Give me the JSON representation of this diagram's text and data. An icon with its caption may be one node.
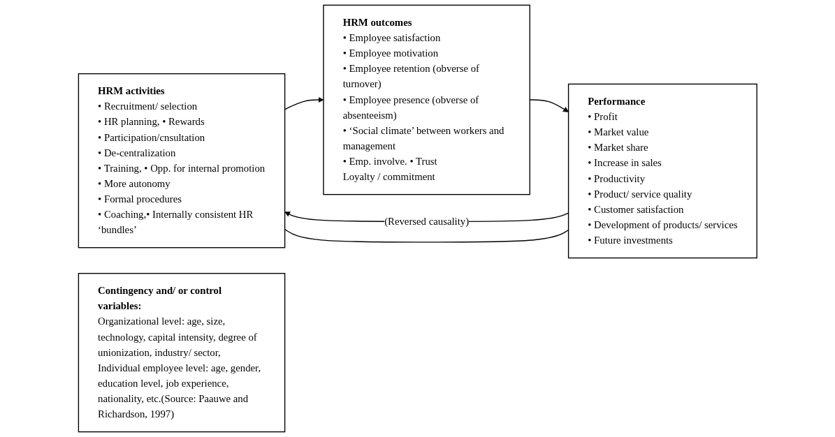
{
  "diagram": {
    "nodes": [
      {
        "text": [
          "HRM activities",
          "• Recruitment/ selection",
          "• HR planning, • Rewards",
          "• Participation/cnsultation",
          "• De-centralization",
          "• Training, • Opp. for internal promotion",
          "• More autonomy",
          "• Formal procedures",
          "• Coaching,• Internally consistent HR ‘bundles’"
        ]
      },
      {
        "text": [
          "HRM outcomes",
          "• Employee satisfaction",
          "• Employee motivation",
          "• Employee retention (obverse of turnover)",
          "• Employee presence (obverse of absenteeism)",
          "• ‘Social climate’ between workers and management",
          "• Emp. involve. • Trust",
          "Loyalty / commitment"
        ]
      },
      {
        "text": [
          "Performance",
          "• Profit",
          "• Market value",
          "• Market share",
          "• Increase in sales",
          "• Productivity",
          "• Product/ service quality",
          "• Customer satisfaction",
          "• Development of products/ services",
          "• Future investments"
        ]
      },
      {
        "text": [
          "Contingency and/ or control variables:",
          "Organizational level: age, size, technology, capital intensity, degree of unionization, industry/ sector, Individual employee level: age, gender, education level, job experience, nationality, etc.(Source: Paauwe and Richardson, 1997)"
        ]
      }
    ],
    "edges": [
      {
        "from": 0,
        "to": 1,
        "arrow": "to"
      },
      {
        "from": 1,
        "to": 2,
        "arrow": "to"
      },
      {
        "from": 2,
        "to": 0,
        "arrow": "to",
        "label": "(Reversed causality)"
      },
      {
        "from": 2,
        "to": 0,
        "arrow": "none"
      }
    ]
  }
}
